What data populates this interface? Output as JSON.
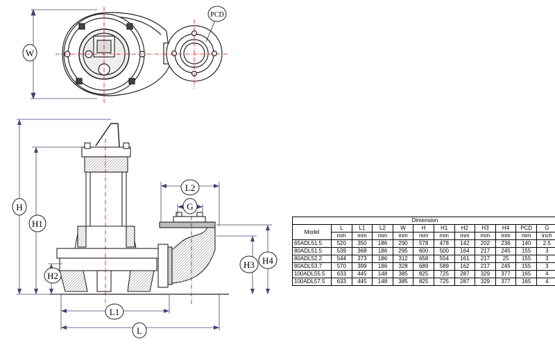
{
  "labels": {
    "W": "W",
    "PCD": "PCD",
    "H": "H",
    "H1": "H1",
    "H2": "H2",
    "H3": "H3",
    "H4": "H4",
    "L": "L",
    "L1": "L1",
    "L2": "L2",
    "G": "G"
  },
  "table": {
    "title": "Dimension",
    "model_header": "Model",
    "columns": [
      "L",
      "L1",
      "L2",
      "W",
      "H",
      "H1",
      "H2",
      "H3",
      "H4",
      "PCD",
      "G"
    ],
    "units": [
      "mm",
      "mm",
      "mm",
      "mm",
      "mm",
      "mm",
      "mm",
      "mm",
      "mm",
      "mm",
      "inch"
    ],
    "rows": [
      {
        "model": "65ADL51.5",
        "values": [
          "520",
          "350",
          "186",
          "290",
          "578",
          "478",
          "142",
          "202",
          "236",
          "140",
          "2.5"
        ]
      },
      {
        "model": "80ADL51.5",
        "values": [
          "539",
          "368",
          "186",
          "295",
          "600",
          "500",
          "164",
          "217",
          "245",
          "155",
          "3"
        ]
      },
      {
        "model": "80ADL52.2",
        "values": [
          "544",
          "373",
          "186",
          "312",
          "658",
          "554",
          "161",
          "217",
          "25",
          "155",
          "3"
        ]
      },
      {
        "model": "80ADL53.7",
        "values": [
          "570",
          "399",
          "186",
          "328",
          "689",
          "589",
          "162",
          "217",
          "245",
          "155",
          "3"
        ]
      },
      {
        "model": "100ADL55.5",
        "values": [
          "633",
          "445",
          "148",
          "385",
          "825",
          "725",
          "287",
          "329",
          "377",
          "165",
          "4"
        ]
      },
      {
        "model": "100ADL57.5",
        "values": [
          "633",
          "445",
          "148",
          "385",
          "825",
          "725",
          "287",
          "329",
          "377",
          "165",
          "4"
        ]
      }
    ]
  }
}
